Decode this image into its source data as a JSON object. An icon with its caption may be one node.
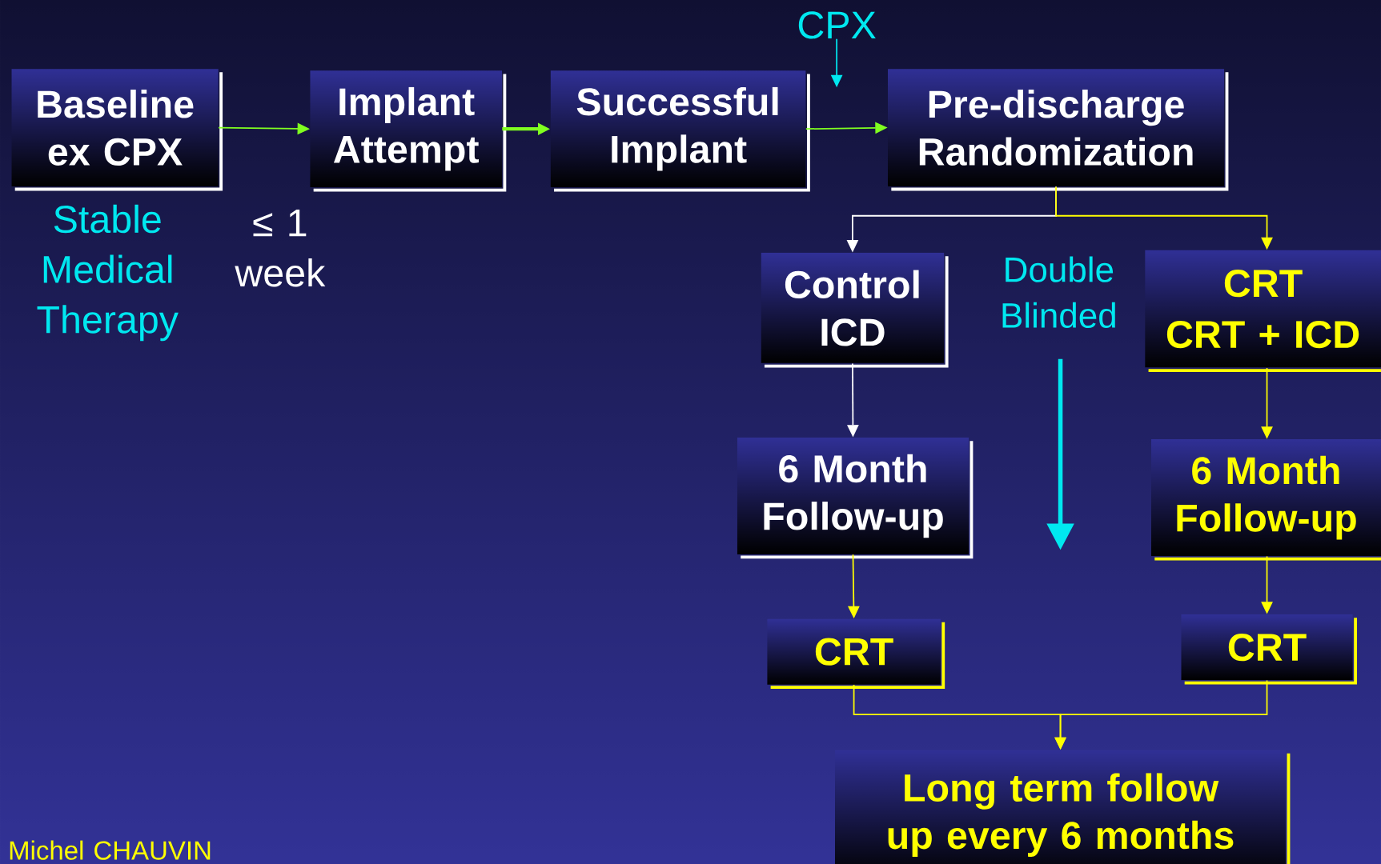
{
  "diagram": {
    "nodes": [
      {
        "text": [
          "Baseline ex CPX"
        ],
        "beside": [
          "Stable Medical Therapy"
        ]
      },
      {
        "text": [
          "Implant Attempt"
        ]
      },
      {
        "text": [
          "Successful Implant"
        ]
      },
      {
        "text": [
          "Pre-discharge Randomization"
        ]
      },
      {
        "text": [
          "Control ICD"
        ]
      },
      {
        "text": [
          "CRT",
          "CRT + ICD"
        ]
      },
      {
        "text": [
          "6 Month Follow-up"
        ]
      },
      {
        "text": [
          "6 Month Follow-up"
        ]
      },
      {
        "text": [
          "CRT"
        ]
      },
      {
        "text": [
          "CRT"
        ]
      },
      {
        "text": [
          "Long term follow up every 6 months"
        ]
      },
      {
        "text": [
          "CPX"
        ]
      }
    ],
    "edges": [
      {
        "from": 0,
        "to": 1,
        "arrow": "to",
        "color": "#80ff20"
      },
      {
        "from": 1,
        "to": 2,
        "arrow": "to",
        "color": "#80ff20",
        "style": "thick"
      },
      {
        "from": 2,
        "to": 3,
        "arrow": "to",
        "color": "#80ff20"
      },
      {
        "from": 3,
        "to": 4,
        "arrow": "to",
        "color": "#ffffff"
      },
      {
        "from": 3,
        "to": 5,
        "arrow": "to",
        "color": "#ffff00"
      },
      {
        "from": 4,
        "to": 6,
        "arrow": "to",
        "color": "#ffffff"
      },
      {
        "from": 5,
        "to": 7,
        "arrow": "to",
        "color": "#ffff00"
      },
      {
        "from": 6,
        "to": 8,
        "arrow": "to",
        "color": "#ffff00"
      },
      {
        "from": 7,
        "to": 9,
        "arrow": "to",
        "color": "#ffff00"
      },
      {
        "from": 8,
        "to": 10,
        "arrow": "to",
        "color": "#ffff00"
      },
      {
        "from": 9,
        "to": 10,
        "arrow": "to",
        "color": "#ffff00"
      },
      {
        "from": 11,
        "to": null,
        "arrow": "to",
        "color": "#00e8f0"
      }
    ],
    "labels": [
      "≤ 1 week",
      "Double Blinded",
      "Michel CHAUVIN"
    ]
  }
}
